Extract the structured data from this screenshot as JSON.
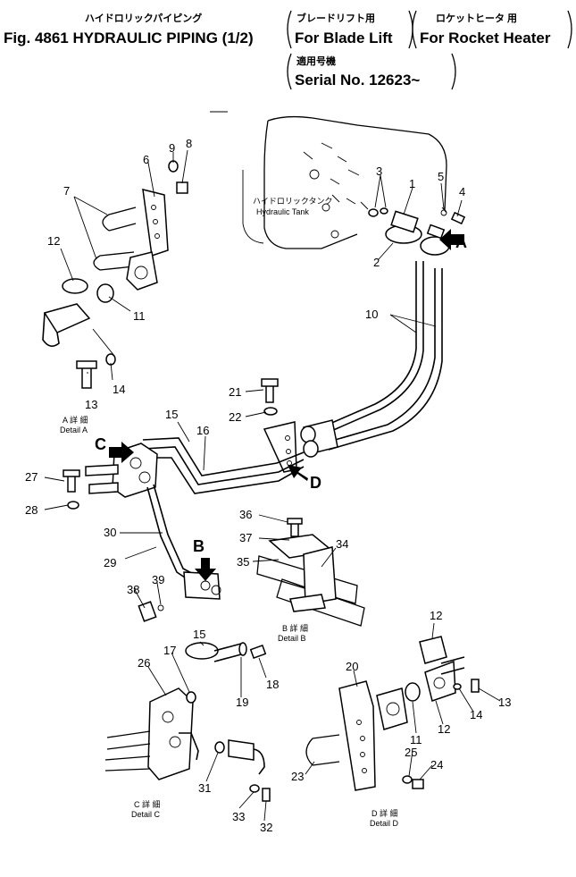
{
  "header": {
    "title_jp": "ハイドロリックパイピング",
    "title": "Fig. 4861  HYDRAULIC PIPING (1/2)",
    "blade_jp": "ブレードリフト用",
    "blade": "For Blade Lift",
    "rocket_jp": "ロケットヒータ 用",
    "rocket": "For Rocket Heater",
    "serial_jp": "適用号機",
    "serial": "Serial No. 12623~"
  },
  "tank": {
    "label_jp": "ハイドロリックタンク",
    "label": "Hydraulic Tank"
  },
  "details": {
    "a_jp": "A 詳 細",
    "a": "Detail A",
    "b_jp": "B 詳 細",
    "b": "Detail B",
    "c_jp": "C 詳 細",
    "c": "Detail C",
    "d_jp": "D 詳 細",
    "d": "Detail D"
  },
  "view_letters": [
    "A",
    "B",
    "C",
    "D"
  ],
  "callouts": [
    "1",
    "2",
    "3",
    "4",
    "5",
    "6",
    "7",
    "8",
    "9",
    "10",
    "11",
    "12",
    "13",
    "14",
    "15",
    "16",
    "17",
    "18",
    "19",
    "20",
    "21",
    "22",
    "23",
    "24",
    "25",
    "26",
    "27",
    "28",
    "29",
    "30",
    "31",
    "32",
    "33",
    "34",
    "35",
    "36",
    "37",
    "38",
    "39"
  ],
  "callout_extra": [
    "11",
    "12",
    "12",
    "13",
    "14",
    "15"
  ]
}
